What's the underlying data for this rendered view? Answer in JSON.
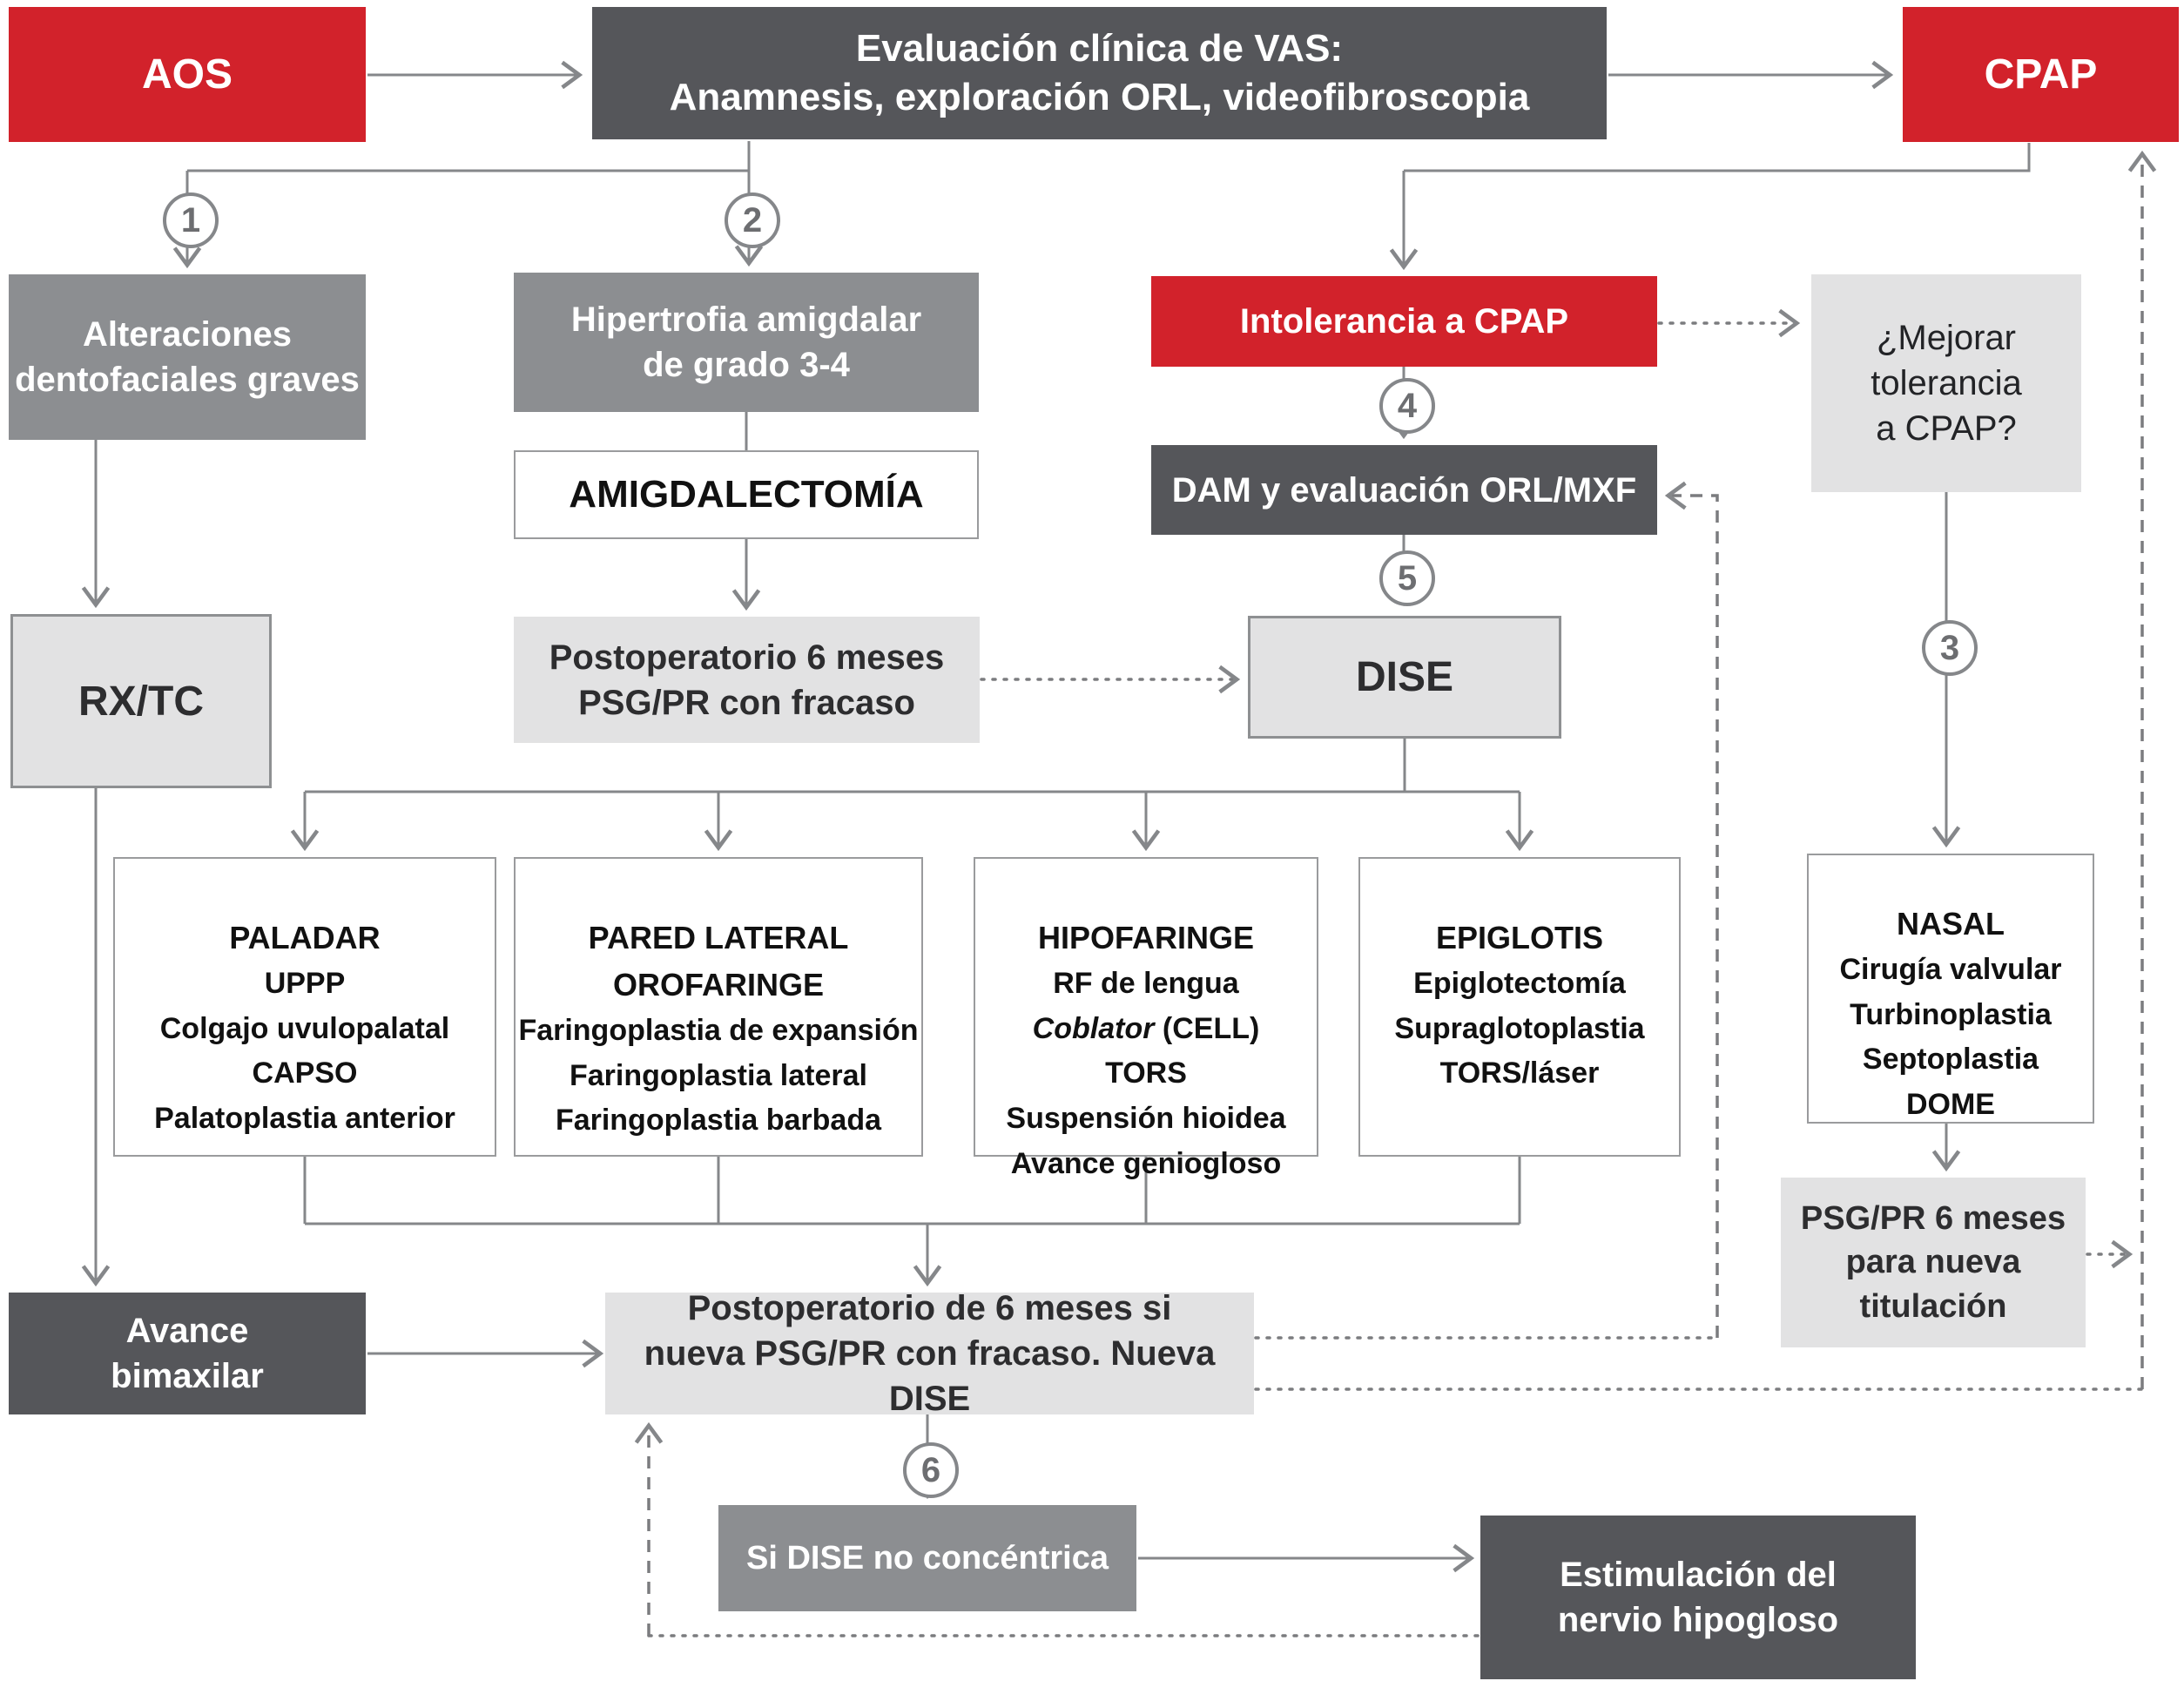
{
  "diagram_title": "Algoritmo de tratamiento quirúrgico de la AOS",
  "colors": {
    "red": "#d2222b",
    "dark_gray": "#55565a",
    "medium_gray": "#8c8e91",
    "light_gray": "#e2e2e3",
    "line_gray": "#85878a",
    "step_text": "#6d6e71"
  },
  "steps": {
    "s1": "1",
    "s2": "2",
    "s3": "3",
    "s4": "4",
    "s5": "5",
    "s6": "6"
  },
  "nodes": {
    "aos": {
      "label": "AOS"
    },
    "eval": {
      "line1": "Evaluación clínica de VAS:",
      "line2": "Anamnesis, exploración ORL, videofibroscopia"
    },
    "cpap": {
      "label": "CPAP"
    },
    "alteraciones": {
      "line1": "Alteraciones",
      "line2": "dentofaciales graves"
    },
    "hipertrofia": {
      "line1": "Hipertrofia amigdalar",
      "line2": "de grado 3-4"
    },
    "intolerancia": {
      "label": "Intolerancia a CPAP"
    },
    "mejorar": {
      "line1": "¿Mejorar",
      "line2": "tolerancia",
      "line3": "a CPAP?"
    },
    "amigdalectomia": {
      "label": "AMIGDALECTOMÍA"
    },
    "dam": {
      "label": "DAM y evaluación ORL/MXF"
    },
    "rxtc": {
      "label": "RX/TC"
    },
    "postop1": {
      "line1": "Postoperatorio 6 meses",
      "line2": "PSG/PR con fracaso"
    },
    "dise": {
      "label": "DISE"
    },
    "paladar": {
      "title": "PALADAR",
      "items": [
        "UPPP",
        "Colgajo uvulopalatal",
        "CAPSO",
        "Palatoplastia anterior"
      ]
    },
    "pared": {
      "title_line1": "PARED LATERAL",
      "title_line2": "OROFARINGE",
      "items": [
        "Faringoplastia de expansión",
        "Faringoplastia lateral",
        "Faringoplastia barbada"
      ]
    },
    "hipofaringe": {
      "title": "HIPOFARINGE",
      "item1": "RF de lengua",
      "item2_italic": "Coblator",
      "item2_rest": " (CELL)",
      "item3": "TORS",
      "item4": "Suspensión hioidea",
      "item5": "Avance geniogloso"
    },
    "epiglotis": {
      "title": "EPIGLOTIS",
      "items": [
        "Epiglotectomía",
        "Supraglotoplastia",
        "TORS/láser"
      ]
    },
    "nasal": {
      "title": "NASAL",
      "items": [
        "Cirugía valvular",
        "Turbinoplastia",
        "Septoplastia",
        "DOME"
      ]
    },
    "psgpr": {
      "line1": "PSG/PR 6 meses",
      "line2": "para nueva",
      "line3": "titulación"
    },
    "avance": {
      "line1": "Avance",
      "line2": "bimaxilar"
    },
    "postop2": {
      "line1": "Postoperatorio de 6 meses si",
      "line2": "nueva PSG/PR con fracaso. Nueva DISE"
    },
    "sidise": {
      "label": "Si DISE no concéntrica"
    },
    "estimulacion": {
      "line1": "Estimulación del",
      "line2": "nervio hipogloso"
    }
  }
}
